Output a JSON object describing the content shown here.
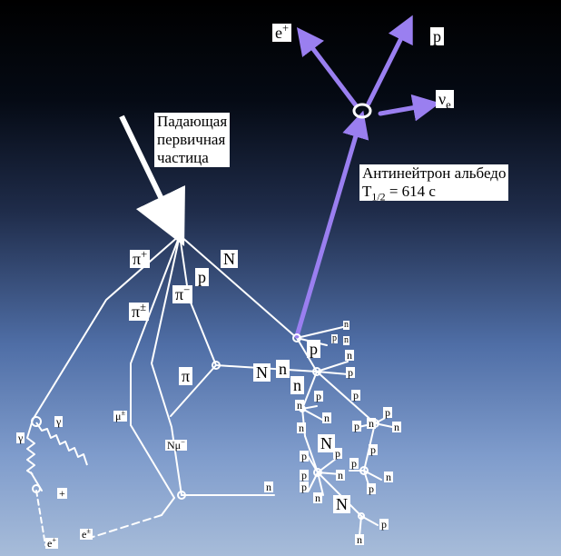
{
  "annotations": {
    "incoming_line1": "Падающая",
    "incoming_line2": "первичная",
    "incoming_line3": "частица",
    "antineutron_line1": "Антинейтрон альбедо",
    "antineutron_T": "T",
    "antineutron_sub": "1/2",
    "antineutron_rest": " = 614 c"
  },
  "decay": {
    "positron_base": "e",
    "positron_sup": "+",
    "antiproton": "p",
    "neutrino_base": "ν",
    "neutrino_sub": "e"
  },
  "labels": {
    "pi_plus_base": "π",
    "pi_plus_sup": "+",
    "N_top": "N",
    "p_top": "p",
    "pi_minus_base": "π",
    "pi_minus_sup": "−",
    "pi_pm_base": "π",
    "pi_pm_sup": "±",
    "pi_mid": "π",
    "mu_pm_base": "μ",
    "mu_pm_sup": "±",
    "N_mu_N": "N",
    "N_mu_mu": "μ",
    "N_mu_sup": "−",
    "gamma_1": "γ",
    "gamma_2": "γ",
    "plus": "+",
    "e_plus_base": "e",
    "e_plus_sup": "+",
    "e_pm_base": "e",
    "e_pm_sup": "±",
    "n_bottom": "n",
    "N_mid": "N",
    "N_c1": "N",
    "N_c2": "N",
    "n_l": "n",
    "n_l2": "n",
    "p_big": "p",
    "n_s1": "n",
    "p_s1": "p",
    "n_s2": "n",
    "n_r1": "n",
    "p_r1": "p",
    "p_c1": "p",
    "n_c1": "n",
    "p_c2": "p",
    "n_c2": "n",
    "p_c3": "p",
    "p_c4": "p",
    "p_c5": "p",
    "n_c5": "n",
    "p_c6": "p",
    "n_c6": "n",
    "p_c7": "p",
    "p_c8": "p",
    "p_c9": "p",
    "n_c9": "n",
    "p_c10": "p",
    "n_c10": "n",
    "n_c11": "n",
    "p_c12": "p",
    "n_c12": "n"
  },
  "colors": {
    "sky_top": "#000000",
    "sky_mid": "#1f2c4a",
    "sky_low": "#5e7eb8",
    "sky_bottom": "#9cb5d6",
    "track": "#ffffff",
    "antineutron_track": "#9a7ff0"
  }
}
